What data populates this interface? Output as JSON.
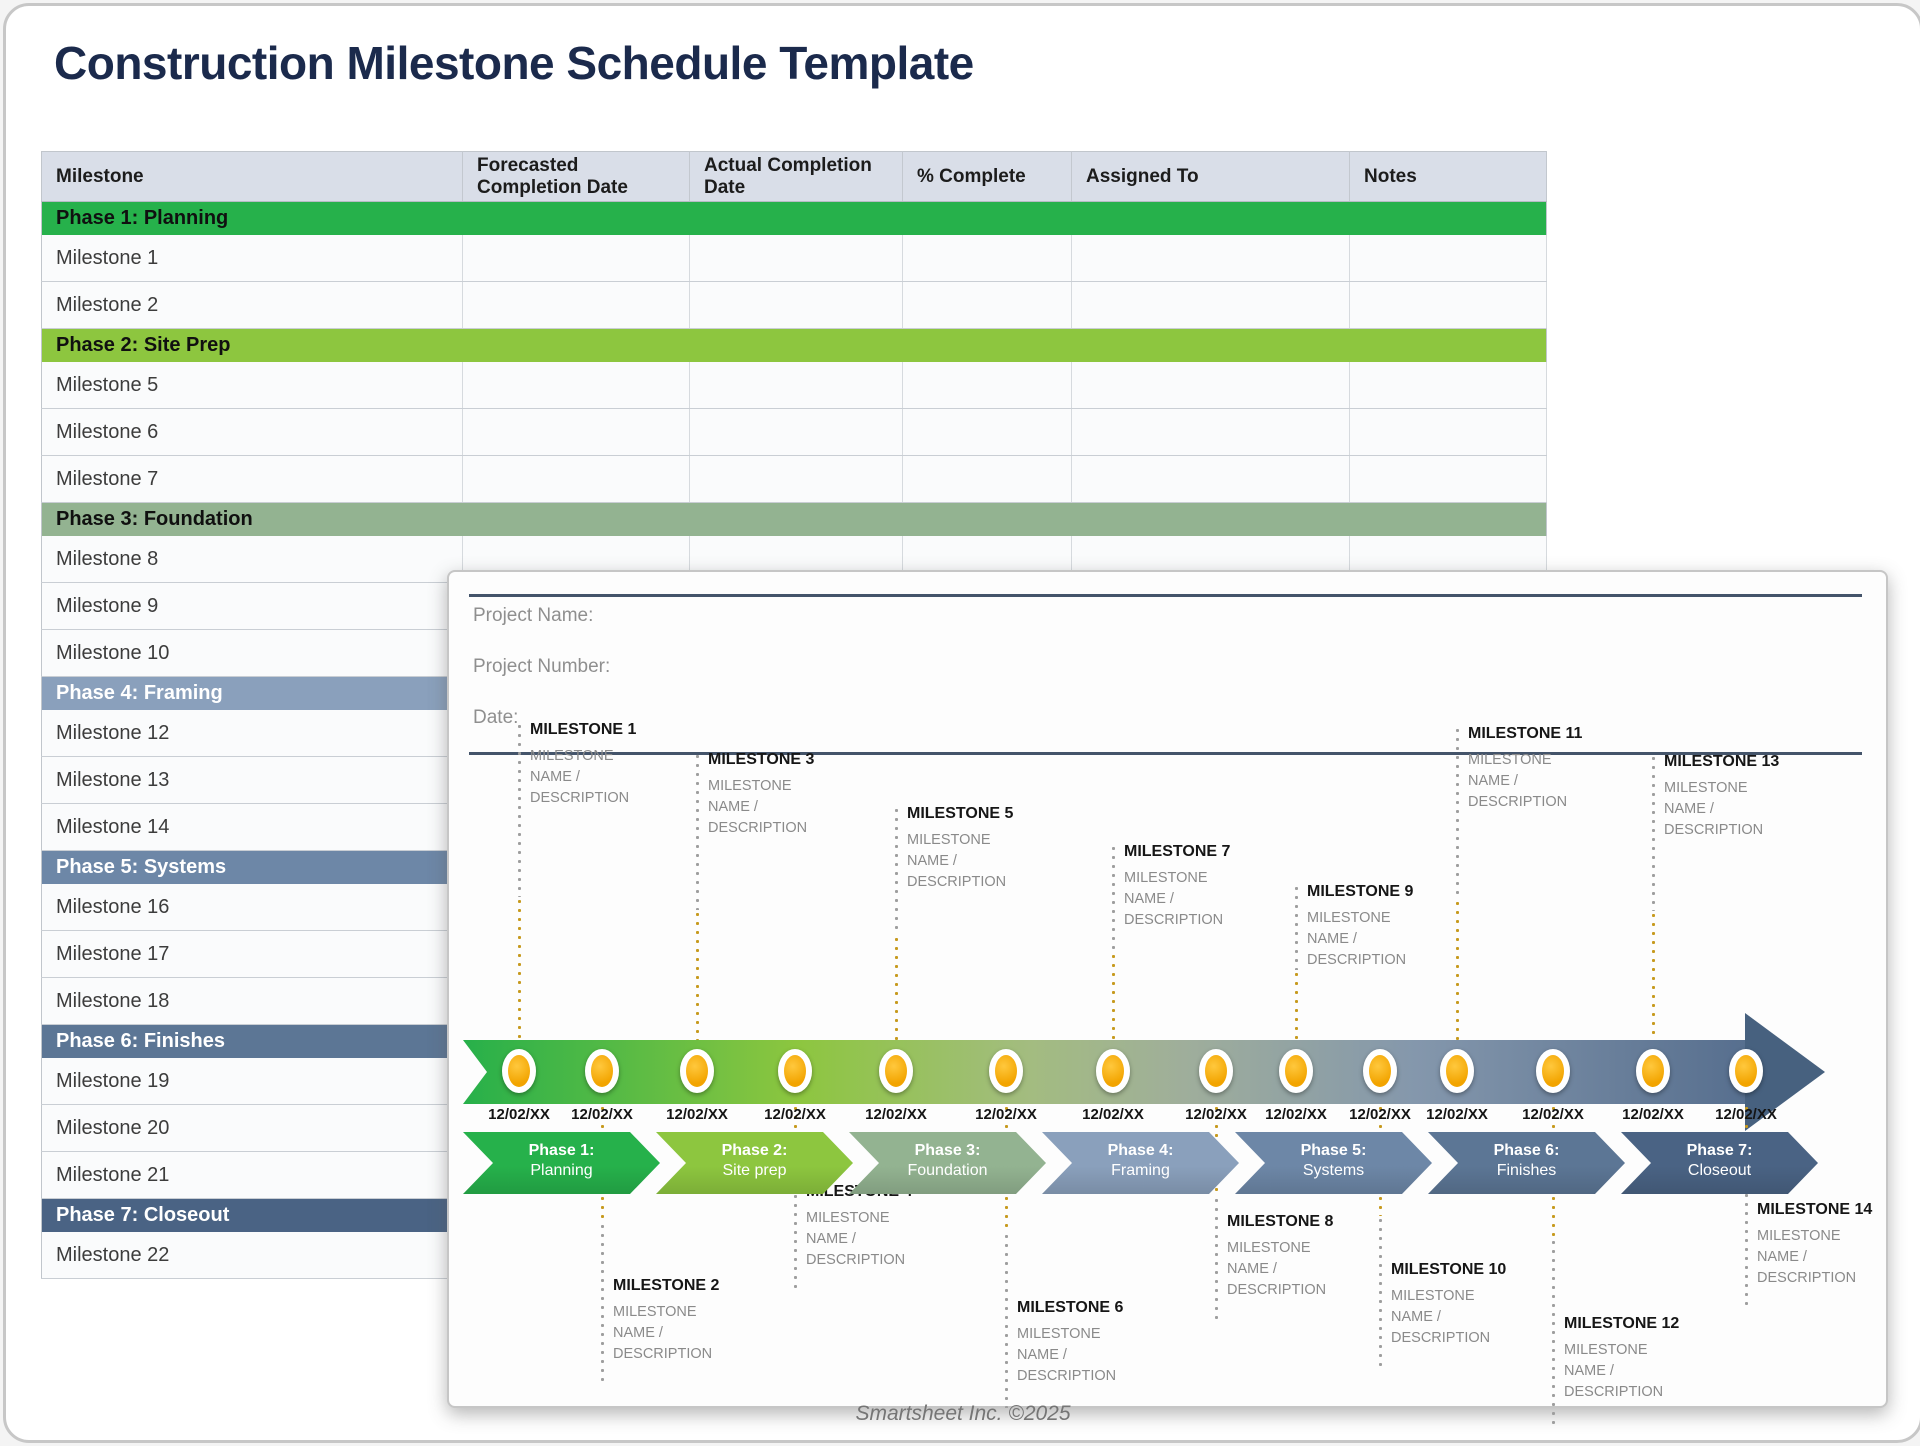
{
  "page": {
    "title": "Construction Milestone Schedule Template",
    "footer": "Smartsheet Inc. ©2025"
  },
  "table": {
    "columns": [
      "Milestone",
      "Forecasted Completion Date",
      "Actual Completion Date",
      "% Complete",
      "Assigned To",
      "Notes"
    ],
    "rows": [
      {
        "type": "phase",
        "label": "Phase 1: Planning",
        "phase": 0
      },
      {
        "type": "milestone",
        "label": "Milestone 1"
      },
      {
        "type": "milestone",
        "label": "Milestone 2"
      },
      {
        "type": "phase",
        "label": "Phase 2: Site Prep",
        "phase": 1
      },
      {
        "type": "milestone",
        "label": "Milestone 5"
      },
      {
        "type": "milestone",
        "label": "Milestone 6"
      },
      {
        "type": "milestone",
        "label": "Milestone 7"
      },
      {
        "type": "phase",
        "label": "Phase 3: Foundation",
        "phase": 2
      },
      {
        "type": "milestone",
        "label": "Milestone 8"
      },
      {
        "type": "milestone",
        "label": "Milestone 9"
      },
      {
        "type": "milestone",
        "label": "Milestone 10"
      },
      {
        "type": "phase",
        "label": "Phase 4: Framing",
        "phase": 3
      },
      {
        "type": "milestone",
        "label": "Milestone 12"
      },
      {
        "type": "milestone",
        "label": "Milestone 13"
      },
      {
        "type": "milestone",
        "label": "Milestone 14"
      },
      {
        "type": "phase",
        "label": "Phase 5: Systems",
        "phase": 4
      },
      {
        "type": "milestone",
        "label": "Milestone 16"
      },
      {
        "type": "milestone",
        "label": "Milestone 17"
      },
      {
        "type": "milestone",
        "label": "Milestone 18"
      },
      {
        "type": "phase",
        "label": "Phase 6: Finishes",
        "phase": 5
      },
      {
        "type": "milestone",
        "label": "Milestone 19"
      },
      {
        "type": "milestone",
        "label": "Milestone 20"
      },
      {
        "type": "milestone",
        "label": "Milestone 21"
      },
      {
        "type": "phase",
        "label": "Phase 7: Closeout",
        "phase": 6
      },
      {
        "type": "milestone",
        "label": "Milestone 22"
      }
    ]
  },
  "panel": {
    "fields": [
      "Project Name:",
      "Project Number:",
      "Date:"
    ],
    "timeline": {
      "milestones": [
        {
          "title": "MILESTONE 1",
          "desc": "MILESTONE NAME / DESCRIPTION",
          "date": "12/02/XX"
        },
        {
          "title": "MILESTONE 2",
          "desc": "MILESTONE NAME / DESCRIPTION",
          "date": "12/02/XX"
        },
        {
          "title": "MILESTONE 3",
          "desc": "MILESTONE NAME / DESCRIPTION",
          "date": "12/02/XX"
        },
        {
          "title": "MILESTONE 4",
          "desc": "MILESTONE NAME / DESCRIPTION",
          "date": "12/02/XX"
        },
        {
          "title": "MILESTONE 5",
          "desc": "MILESTONE NAME / DESCRIPTION",
          "date": "12/02/XX"
        },
        {
          "title": "MILESTONE 6",
          "desc": "MILESTONE NAME / DESCRIPTION",
          "date": "12/02/XX"
        },
        {
          "title": "MILESTONE 7",
          "desc": "MILESTONE NAME / DESCRIPTION",
          "date": "12/02/XX"
        },
        {
          "title": "MILESTONE 8",
          "desc": "MILESTONE NAME / DESCRIPTION",
          "date": "12/02/XX"
        },
        {
          "title": "MILESTONE 9",
          "desc": "MILESTONE NAME / DESCRIPTION",
          "date": "12/02/XX"
        },
        {
          "title": "MILESTONE 10",
          "desc": "MILESTONE NAME / DESCRIPTION",
          "date": "12/02/XX"
        },
        {
          "title": "MILESTONE 11",
          "desc": "MILESTONE NAME / DESCRIPTION",
          "date": "12/02/XX"
        },
        {
          "title": "MILESTONE 12",
          "desc": "MILESTONE NAME / DESCRIPTION",
          "date": "12/02/XX"
        },
        {
          "title": "MILESTONE 13",
          "desc": "MILESTONE NAME / DESCRIPTION",
          "date": "12/02/XX"
        },
        {
          "title": "MILESTONE 14",
          "desc": "MILESTONE NAME / DESCRIPTION",
          "date": "12/02/XX"
        }
      ],
      "phases": [
        {
          "line1": "Phase 1:",
          "line2": "Planning"
        },
        {
          "line1": "Phase 2:",
          "line2": "Site prep"
        },
        {
          "line1": "Phase 3:",
          "line2": "Foundation"
        },
        {
          "line1": "Phase 4:",
          "line2": "Framing"
        },
        {
          "line1": "Phase 5:",
          "line2": "Systems"
        },
        {
          "line1": "Phase 6:",
          "line2": "Finishes"
        },
        {
          "line1": "Phase 7:",
          "line2": "Closeout"
        }
      ]
    }
  },
  "colors": {
    "title_navy": "#1b2a4c",
    "header_bg": "#d9dee8",
    "phases": [
      "#26b14b",
      "#8dc63f",
      "#93b391",
      "#8aa0bc",
      "#6d87a7",
      "#5c7695",
      "#4a6384"
    ],
    "phase_text": [
      "#101010",
      "#101010",
      "#101010",
      "#ffffff",
      "#ffffff",
      "#ffffff",
      "#ffffff"
    ],
    "band_gradient": [
      "#27b04a",
      "#8dc63f",
      "#a3bc80",
      "#9fae9b",
      "#8497ac",
      "#566e8e"
    ],
    "arrowhead": "#47617f",
    "marker_gold": "#f2a400",
    "leader_gray": "#9e9e9e",
    "leader_gold": "#c79a1e",
    "rule_slate": "#44546a"
  }
}
